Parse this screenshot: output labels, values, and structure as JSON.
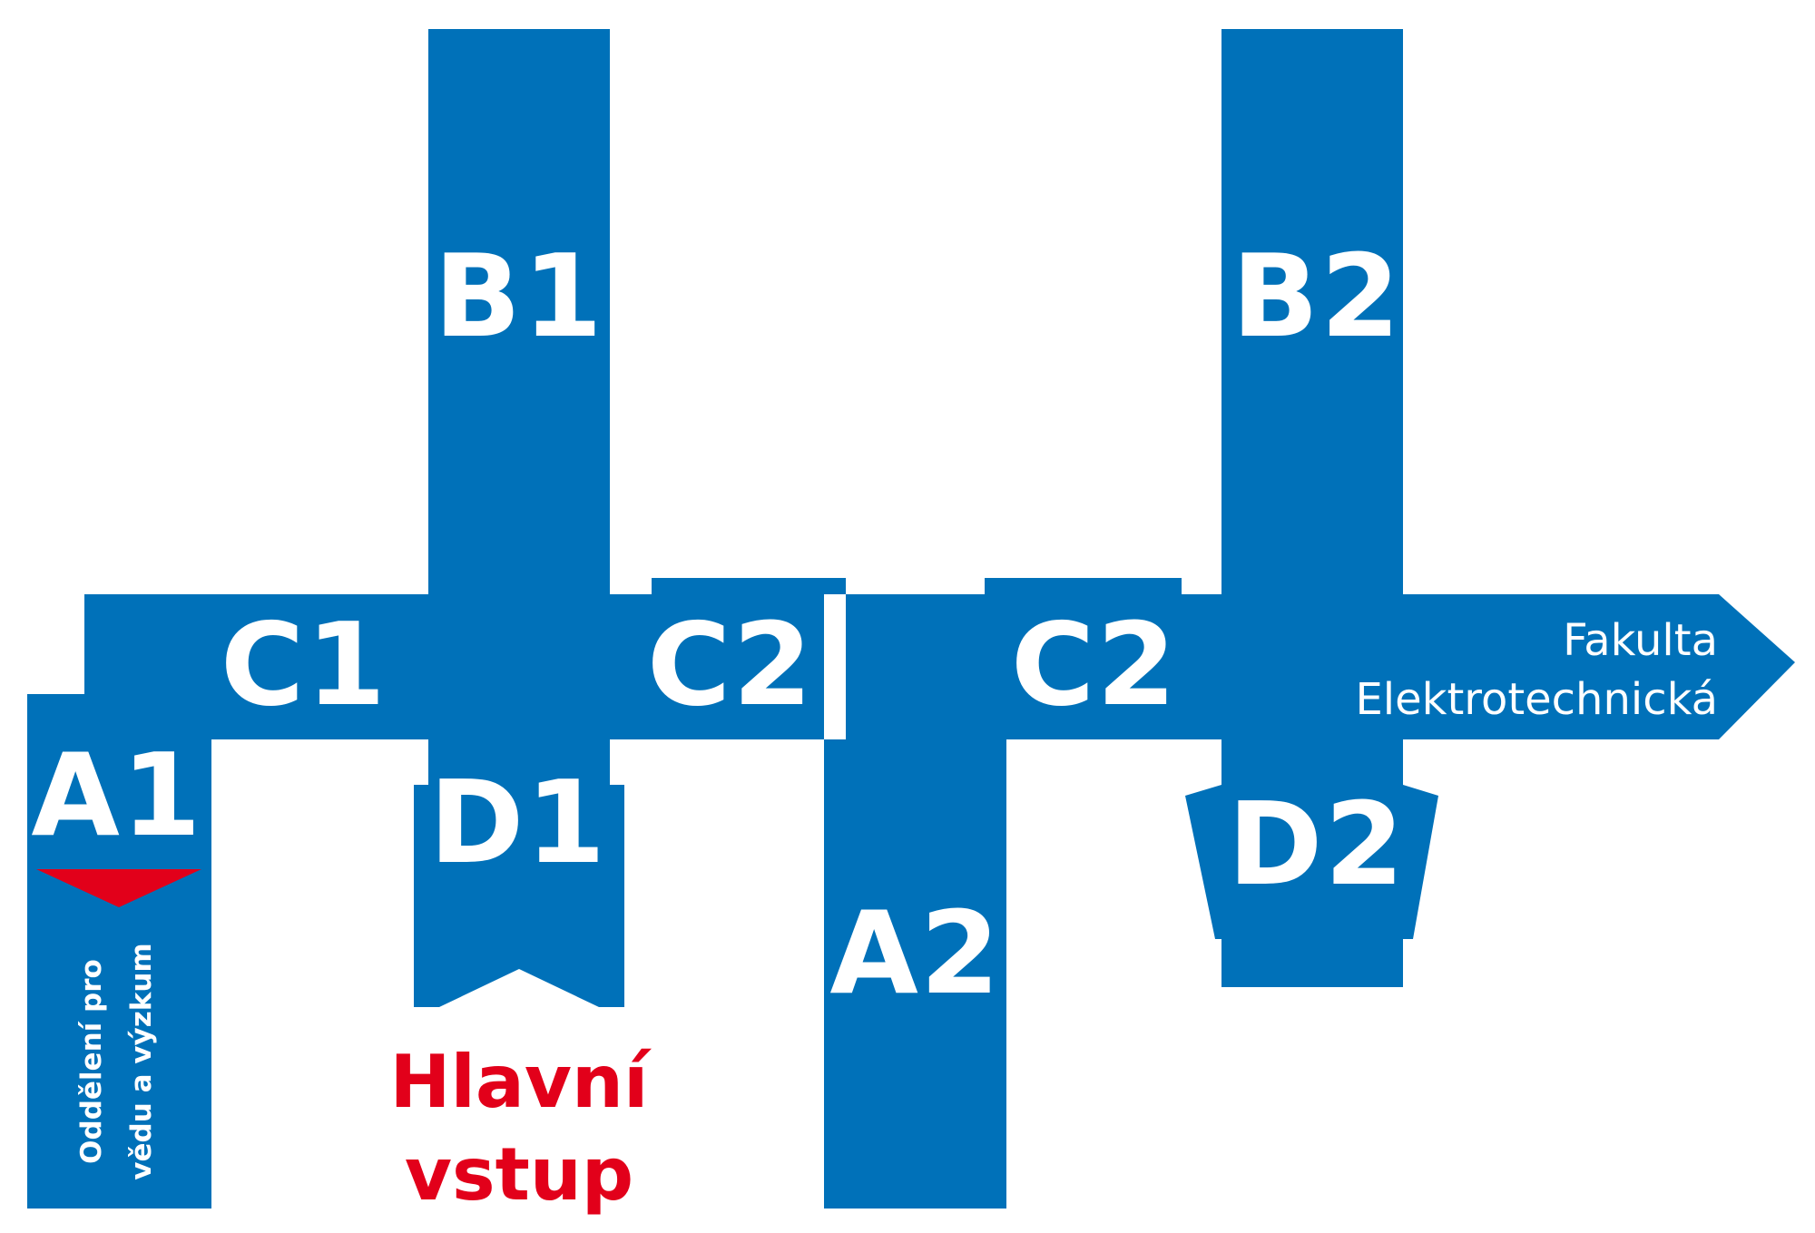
{
  "colors": {
    "building": "#0071b9",
    "entrance_text": "#e2001a",
    "marker": "#e2001a",
    "label": "#ffffff"
  },
  "buildings": {
    "a1": "A1",
    "b1": "B1",
    "c1": "C1",
    "d1": "D1",
    "c2_left": "C2",
    "c2_right": "C2",
    "a2": "A2",
    "b2": "B2",
    "d2": "D2"
  },
  "faculty": {
    "line1": "Fakulta",
    "line2": "Elektrotechnická"
  },
  "main_entrance": {
    "line1": "Hlavní",
    "line2": "vstup"
  },
  "research_office": {
    "line1": "Oddělení pro",
    "line2": "vědu a výzkum"
  },
  "icons": {
    "office_marker": "triangle-down-marker-icon",
    "faculty_direction": "arrow-right-icon"
  }
}
